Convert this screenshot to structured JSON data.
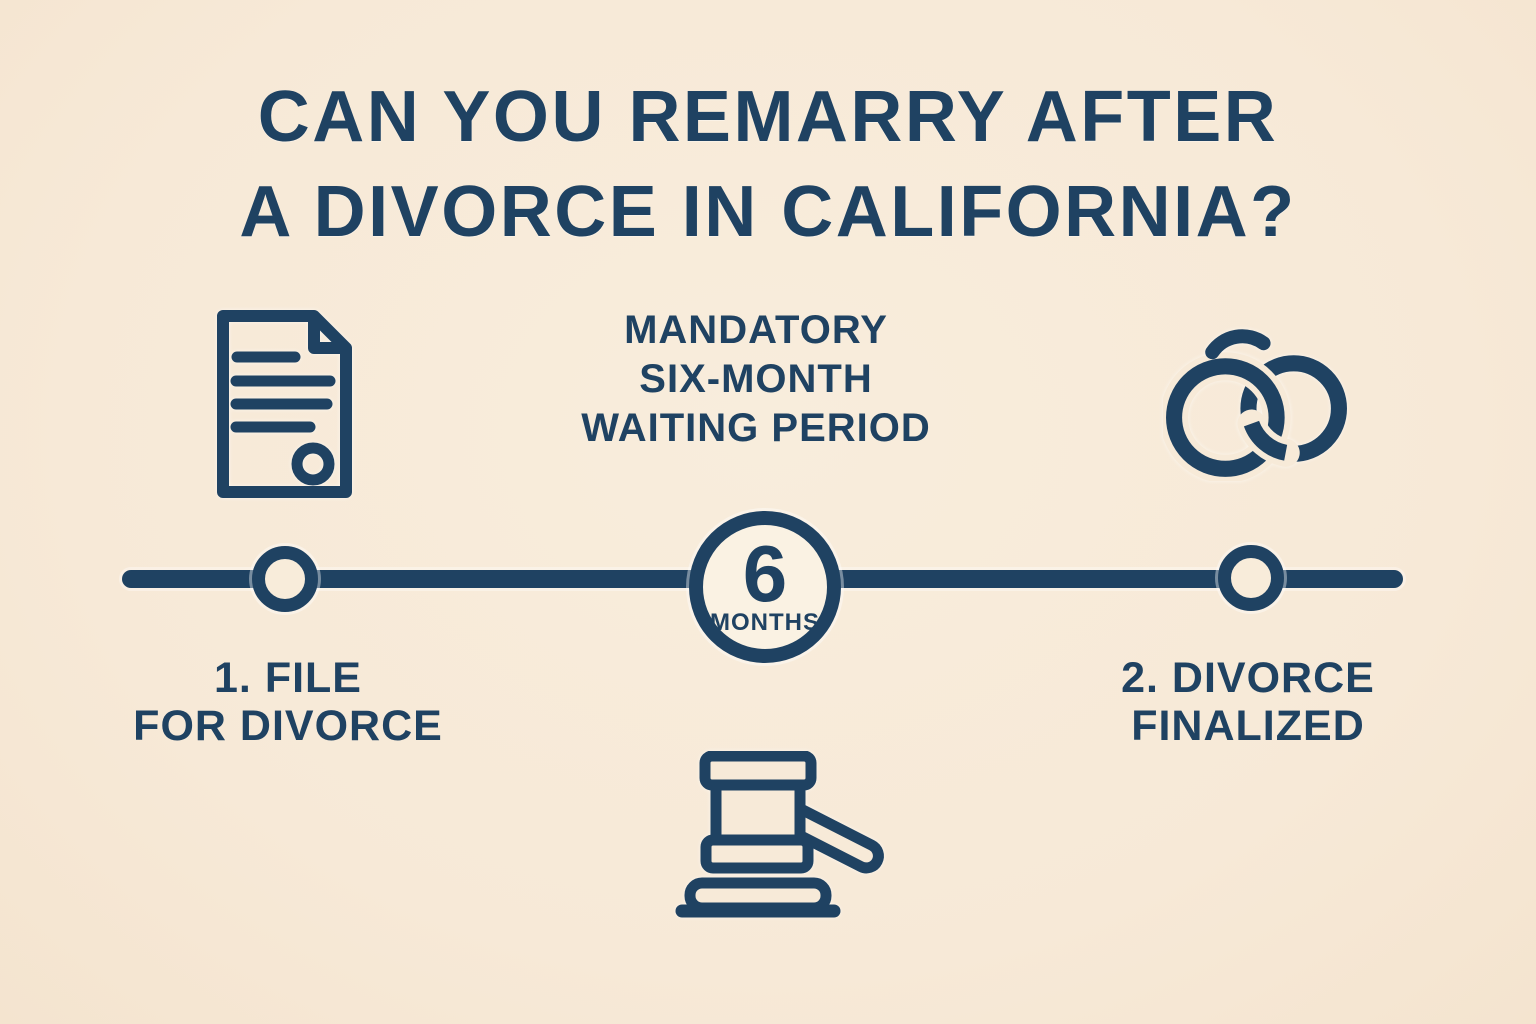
{
  "title": {
    "line1": "CAN YOU REMARRY AFTER",
    "line2": "A DIVORCE IN CALIFORNIA?"
  },
  "waiting_period": {
    "line1": "MANDATORY",
    "line2": "SIX-MONTH",
    "line3": "WAITING PERIOD"
  },
  "timeline": {
    "center_marker": {
      "value": "6",
      "unit": "MONTHS"
    },
    "steps": [
      {
        "line1": "1. FILE",
        "line2": "FOR DIVORCE"
      },
      {
        "line1": "2. DIVORCE",
        "line2": "FINALIZED"
      }
    ]
  },
  "icons": [
    {
      "name": "divorce-papers-icon"
    },
    {
      "name": "wedding-rings-icon"
    },
    {
      "name": "gavel-icon"
    }
  ],
  "colors": {
    "navy": "#1f4262",
    "background": "#f7ead8",
    "badge_fill": "#faf2e3"
  }
}
